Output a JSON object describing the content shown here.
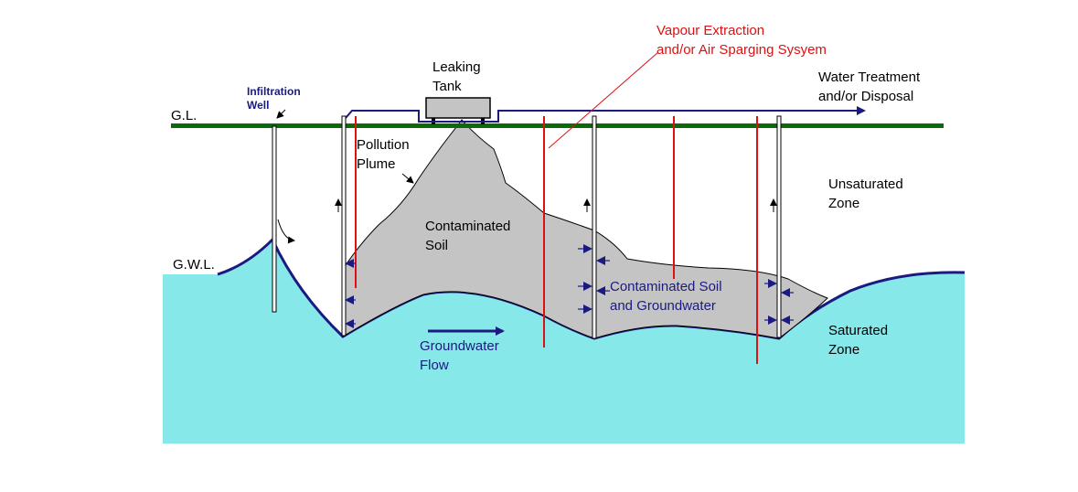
{
  "labels": {
    "vapour_line1": "Vapour Extraction",
    "vapour_line2": "and/or Air Sparging Sysyem",
    "leaking_line1": "Leaking",
    "leaking_line2": "Tank",
    "water_line1": "Water Treatment",
    "water_line2": "and/or Disposal",
    "infiltration_line1": "Infiltration",
    "infiltration_line2": "Well",
    "gl": "G.L.",
    "pollution_line1": "Pollution",
    "pollution_line2": "Plume",
    "unsaturated_line1": "Unsaturated",
    "unsaturated_line2": "Zone",
    "contam_soil_line1": "Contaminated",
    "contam_soil_line2": "Soil",
    "gwl": "G.W.L.",
    "contam_gw_line1": "Contaminated Soil",
    "contam_gw_line2": "and Groundwater",
    "saturated_line1": "Saturated",
    "saturated_line2": "Zone",
    "gwflow_line1": "Groundwater",
    "gwflow_line2": "Flow"
  },
  "colors": {
    "ground_line": "#0b6b0b",
    "water": "#87e8ea",
    "water_table": "#1a1a80",
    "plume": "#c4c4c4",
    "tank": "#c4c4c4",
    "extraction_well": "#dd1111",
    "pipe": "#1a1a80",
    "label_red": "#dd1111",
    "label_blue": "#1a1a80"
  }
}
